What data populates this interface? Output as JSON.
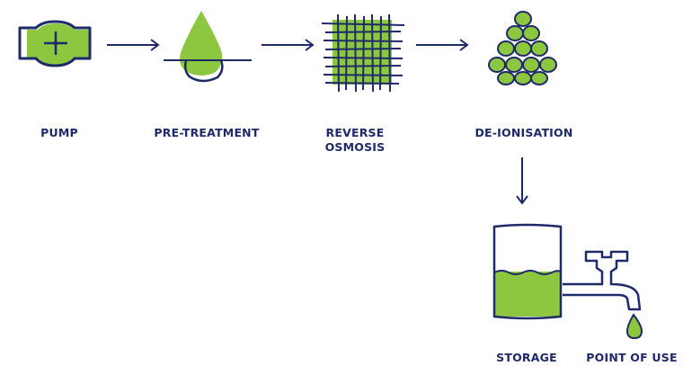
{
  "steps": {
    "pump": "PUMP",
    "pretreatment": "PRE-TREATMENT",
    "reverse_osmosis_line1": "REVERSE",
    "reverse_osmosis_line2": "OSMOSIS",
    "deionisation": "DE-IONISATION",
    "storage": "STORAGE",
    "point_of_use": "POINT OF USE"
  },
  "colors": {
    "ink": "#1e2a6a",
    "green": "#8dc63f"
  },
  "icons": [
    "pump-icon",
    "water-drop-icon",
    "mesh-filter-icon",
    "ion-pyramid-icon",
    "storage-tank-icon",
    "tap-icon"
  ]
}
